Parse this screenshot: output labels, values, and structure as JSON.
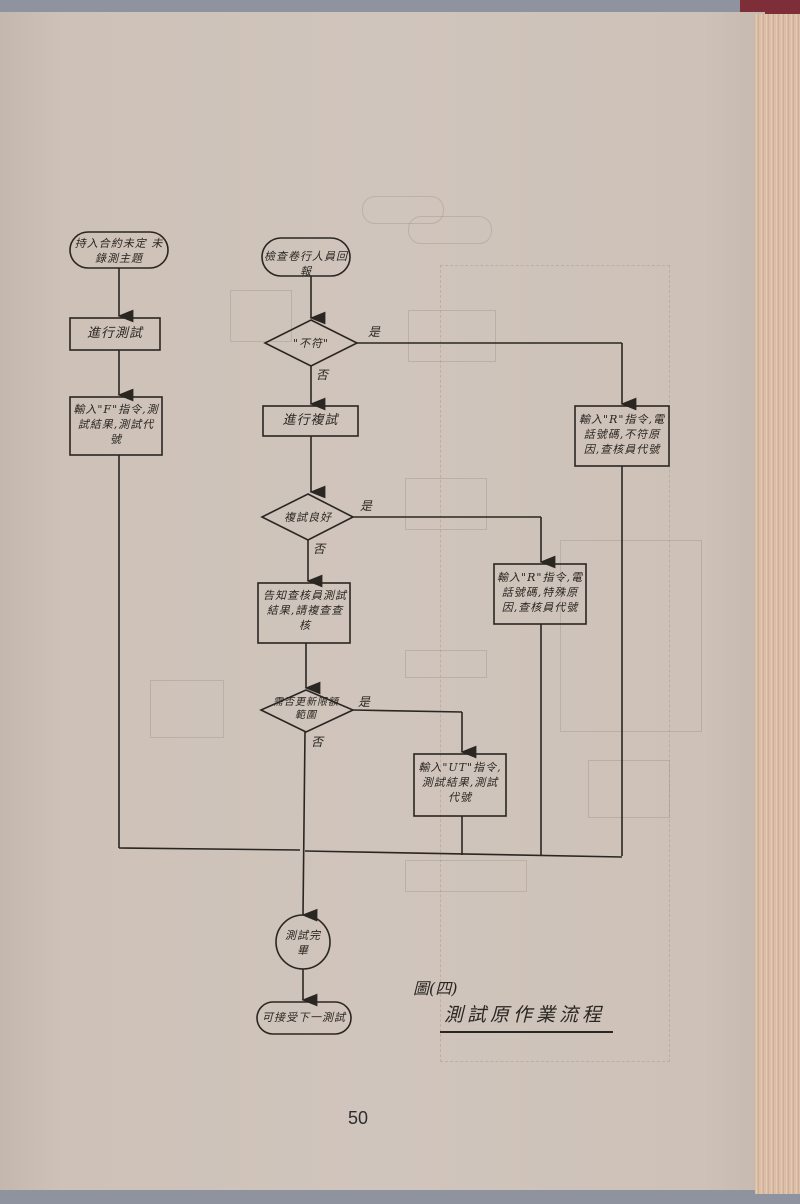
{
  "figure": {
    "caption_number": "圖(四)",
    "caption_title": "測試原作業流程",
    "page_number": "50"
  },
  "left_branch": {
    "start": "持入合約未定 未錄測主題",
    "process": "進行測試",
    "output": "輸入\"F\"指令,測試結果,測試代號"
  },
  "main_branch": {
    "start": "檢查卷行人員回報",
    "decision_1": "\"不符\"",
    "process_retest": "進行複試",
    "decision_2": "複試良好",
    "notify": "告知查核員測試結果,請複查查核",
    "decision_3": "需否更新限額範圍",
    "circle": "測試完畢",
    "end": "可接受下一測試"
  },
  "side_boxes": {
    "mismatch": "輸入\"R\"指令,電話號碼,不符原因,查核員代號",
    "retest_ok": "輸入\"R\"指令,電話號碼,特殊原因,查核員代號",
    "update": "輸入\"UT\"指令,測試結果,測試代號"
  },
  "labels": {
    "yes": "是",
    "no": "否"
  },
  "colors": {
    "paper": "#cdc1b8",
    "ink": "#2a2622",
    "cover": "#7d2e39"
  }
}
